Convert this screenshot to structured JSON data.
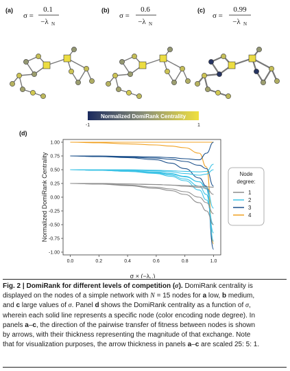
{
  "panels": {
    "a": {
      "letter": "(a)",
      "sigma": "σ =",
      "numerator": "0.1",
      "denominator": "−λ",
      "sub": "N"
    },
    "b": {
      "letter": "(b)",
      "sigma": "σ =",
      "numerator": "0.6",
      "denominator": "−λ",
      "sub": "N"
    },
    "c": {
      "letter": "(c)",
      "sigma": "σ =",
      "numerator": "0.99",
      "denominator": "−λ",
      "sub": "N"
    },
    "d": {
      "letter": "(d)"
    }
  },
  "colorbar": {
    "title": "Normalized DomiRank Centrality",
    "min_label": "-1",
    "max_label": "1",
    "colors": {
      "low": "#1b2a5e",
      "mid": "#8a8f78",
      "high": "#f0e040"
    }
  },
  "legend": {
    "title_line1": "Node",
    "title_line2": "degree:",
    "items": [
      {
        "label": "1",
        "color": "#8c8c8c"
      },
      {
        "label": "2",
        "color": "#3cc3e6"
      },
      {
        "label": "3",
        "color": "#1a4f8a"
      },
      {
        "label": "4",
        "color": "#f0a020"
      }
    ]
  },
  "colors": {
    "degree1": "#8c8c8c",
    "degree2": "#3cc3e6",
    "degree3": "#1a4f8a",
    "degree4": "#f0a020"
  },
  "chart_data": {
    "type": "line",
    "xlabel": "σ × (−λ_N)",
    "ylabel": "Normalized DomiRank Centrality",
    "xlim": [
      -0.05,
      1.05
    ],
    "ylim": [
      -1.05,
      1.05
    ],
    "xticks": [
      0.0,
      0.2,
      0.4,
      0.6,
      0.8,
      1.0
    ],
    "xtick_labels": [
      "0.0",
      "0.2",
      "0.4",
      "0.6",
      "0.8",
      "1.0"
    ],
    "yticks": [
      1.0,
      0.75,
      0.5,
      0.25,
      0.0,
      -0.25,
      -0.5,
      -0.75,
      -1.0
    ],
    "ytick_labels": [
      "1.00",
      "0.75",
      "0.50",
      "0.25",
      "0.00",
      "-0.25",
      "-0.50",
      "-0.75",
      "-1.00"
    ],
    "x": [
      0.0,
      0.2,
      0.4,
      0.6,
      0.7,
      0.8,
      0.9,
      0.95,
      1.0
    ],
    "series": [
      {
        "degree": 4,
        "y": [
          1.0,
          0.99,
          0.97,
          0.95,
          0.93,
          0.9,
          0.8,
          0.55,
          -0.85
        ]
      },
      {
        "degree": 4,
        "y": [
          1.0,
          1.0,
          1.0,
          1.0,
          1.0,
          1.0,
          1.0,
          1.0,
          1.0
        ]
      },
      {
        "degree": 3,
        "y": [
          0.75,
          0.75,
          0.74,
          0.73,
          0.72,
          0.7,
          0.68,
          0.8,
          1.0
        ]
      },
      {
        "degree": 3,
        "y": [
          0.75,
          0.74,
          0.72,
          0.68,
          0.62,
          0.52,
          0.35,
          0.2,
          -0.95
        ]
      },
      {
        "degree": 3,
        "y": [
          0.75,
          0.74,
          0.73,
          0.71,
          0.69,
          0.65,
          0.58,
          0.52,
          0.2
        ]
      },
      {
        "degree": 2,
        "y": [
          0.5,
          0.5,
          0.5,
          0.49,
          0.48,
          0.47,
          0.46,
          0.47,
          0.6
        ]
      },
      {
        "degree": 2,
        "y": [
          0.5,
          0.49,
          0.48,
          0.45,
          0.42,
          0.37,
          0.28,
          0.15,
          -0.8
        ]
      },
      {
        "degree": 2,
        "y": [
          0.5,
          0.49,
          0.47,
          0.44,
          0.4,
          0.33,
          0.2,
          0.05,
          -0.65
        ]
      },
      {
        "degree": 2,
        "y": [
          0.5,
          0.49,
          0.47,
          0.43,
          0.38,
          0.3,
          0.13,
          -0.05,
          -0.5
        ]
      },
      {
        "degree": 2,
        "y": [
          0.5,
          0.49,
          0.48,
          0.46,
          0.43,
          0.38,
          0.28,
          0.18,
          -0.2
        ]
      },
      {
        "degree": 2,
        "y": [
          0.5,
          0.5,
          0.49,
          0.48,
          0.46,
          0.43,
          0.4,
          0.42,
          0.5
        ]
      },
      {
        "degree": 1,
        "y": [
          0.25,
          0.25,
          0.24,
          0.23,
          0.22,
          0.21,
          0.2,
          0.19,
          0.18
        ]
      },
      {
        "degree": 1,
        "y": [
          0.25,
          0.24,
          0.22,
          0.18,
          0.15,
          0.1,
          0.0,
          -0.1,
          -0.3
        ]
      },
      {
        "degree": 1,
        "y": [
          0.25,
          0.24,
          0.21,
          0.16,
          0.12,
          0.05,
          -0.1,
          -0.25,
          -0.5
        ]
      },
      {
        "degree": 1,
        "y": [
          0.25,
          0.25,
          0.24,
          0.23,
          0.22,
          0.2,
          0.18,
          0.16,
          0.05
        ]
      }
    ]
  },
  "caption": {
    "lines": [
      {
        "segments": [
          {
            "b": "Fig. 2 | DomiRank for different levels of competition ("
          },
          {
            "bi": "σ"
          },
          {
            "b": ")."
          },
          {
            "t": " DomiRank centrality is"
          }
        ]
      },
      {
        "segments": [
          {
            "t": "displayed on the nodes of a simple network with "
          },
          {
            "i": "N"
          },
          {
            "t": " = 15 nodes for "
          },
          {
            "b": "a"
          },
          {
            "t": " low, "
          },
          {
            "b": "b"
          },
          {
            "t": " medium,"
          }
        ]
      },
      {
        "segments": [
          {
            "t": "and "
          },
          {
            "b": "c"
          },
          {
            "t": " large values of "
          },
          {
            "i": "σ"
          },
          {
            "t": ". Panel "
          },
          {
            "b": "d"
          },
          {
            "t": " shows the DomiRank centrality as a function of "
          },
          {
            "i": "σ"
          },
          {
            "t": ","
          }
        ]
      },
      {
        "segments": [
          {
            "t": "wherein each solid line represents a specific node (color encoding node degree). In"
          }
        ]
      },
      {
        "segments": [
          {
            "t": "panels "
          },
          {
            "b": "a"
          },
          {
            "t": "–"
          },
          {
            "b": "c"
          },
          {
            "t": ", the direction of the pairwise transfer of fitness between nodes is shown"
          }
        ]
      },
      {
        "segments": [
          {
            "t": "by arrows, with their thickness representing the magnitude of that exchange. Note"
          }
        ]
      },
      {
        "segments": [
          {
            "t": "that for visualization purposes, the arrow thickness in panels "
          },
          {
            "b": "a"
          },
          {
            "t": "–"
          },
          {
            "b": "c"
          },
          {
            "t": " are scaled 25: 5: 1."
          }
        ]
      }
    ]
  }
}
